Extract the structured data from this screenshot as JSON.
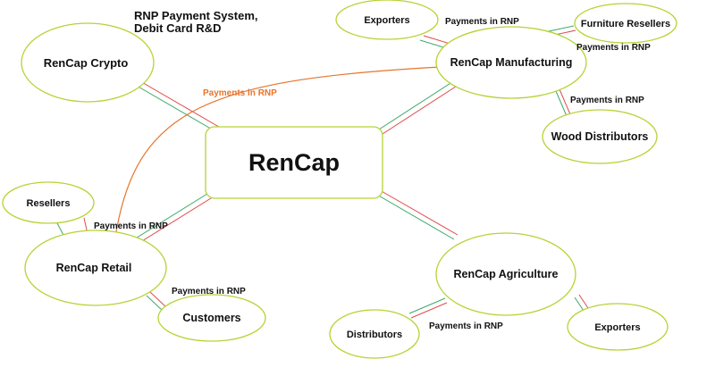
{
  "colors": {
    "node_stroke": "#b5d334",
    "red_line": "#e04a4a",
    "green_line": "#3ca86a",
    "orange_line": "#e8742b",
    "text": "#111111"
  },
  "nodes": {
    "center": "RenCap",
    "crypto": "RenCap Crypto",
    "crypto_note_line1": "RNP Payment System,",
    "crypto_note_line2": "Debit Card R&D",
    "manufacturing": "RenCap Manufacturing",
    "exporters_top": "Exporters",
    "furniture": "Furniture Resellers",
    "wood": "Wood Distributors",
    "retail": "RenCap Retail",
    "resellers": "Resellers",
    "customers": "Customers",
    "agriculture": "RenCap Agriculture",
    "distributors": "Distributors",
    "exporters_bottom": "Exporters"
  },
  "edge_labels": {
    "crypto_retail": "Payments in RNP",
    "exporters_mfg": "Payments in RNP",
    "furniture_mfg": "Payments in RNP",
    "wood_mfg": "Payments in RNP",
    "resellers_retail": "Payments in RNP",
    "customers_retail": "Payments in RNP",
    "distributors_agri": "Payments in RNP"
  }
}
